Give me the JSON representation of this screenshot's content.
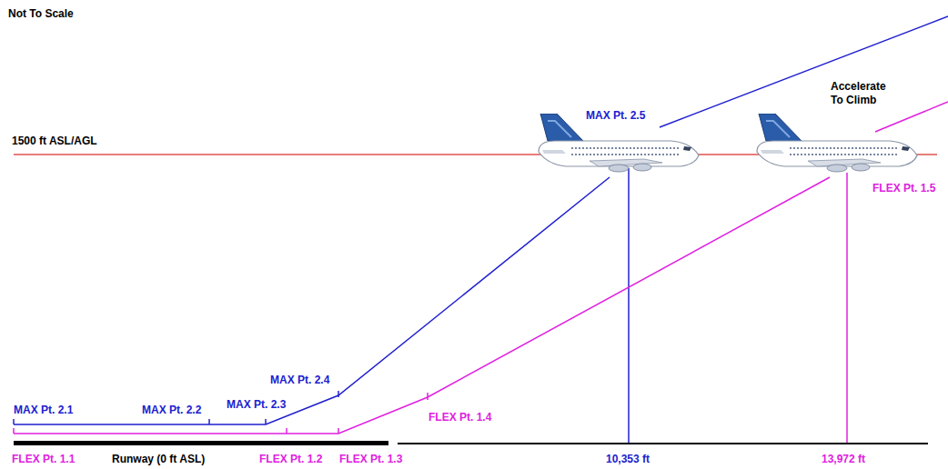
{
  "diagram": {
    "labels": [
      "Not To Scale",
      "1500 ft ASL/AGL",
      "Accelerate To Climb",
      "MAX Pt. 2.5",
      "MAX Pt. 2.1",
      "MAX Pt. 2.2",
      "MAX Pt. 2.3",
      "MAX Pt. 2.4",
      "FLEX Pt. 1.1",
      "Runway (0 ft ASL)",
      "FLEX Pt. 1.2",
      "FLEX Pt. 1.3",
      "FLEX Pt. 1.4",
      "10,353 ft",
      "13,972 ft",
      "FLEX Pt. 1.5"
    ]
  }
}
